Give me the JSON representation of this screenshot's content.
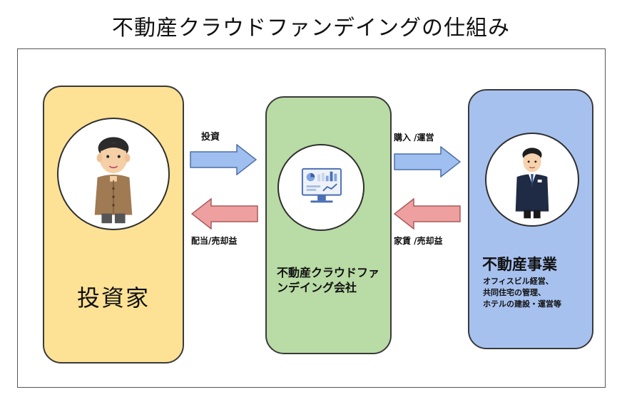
{
  "title": "不動産クラウドファンデイングの仕組み",
  "investor": {
    "label": "投資家"
  },
  "platform": {
    "label": "不動産クラウドファンデイング会社"
  },
  "real_estate": {
    "title": "不動産事業",
    "details": [
      "オフィスビル経営、",
      "共同住宅の管理、",
      "ホテルの建設・運営等"
    ]
  },
  "arrows": {
    "invest": "投資",
    "dividend": "配当/売却益",
    "purchase": "購入 /運営",
    "rent": "家賃 /売却益"
  },
  "colors": {
    "investor_box": "#fde295",
    "platform_box": "#b9dba5",
    "real_estate_box": "#a7c1ef",
    "arrow_right": "#9fbff0",
    "arrow_left": "#eea0a0"
  }
}
